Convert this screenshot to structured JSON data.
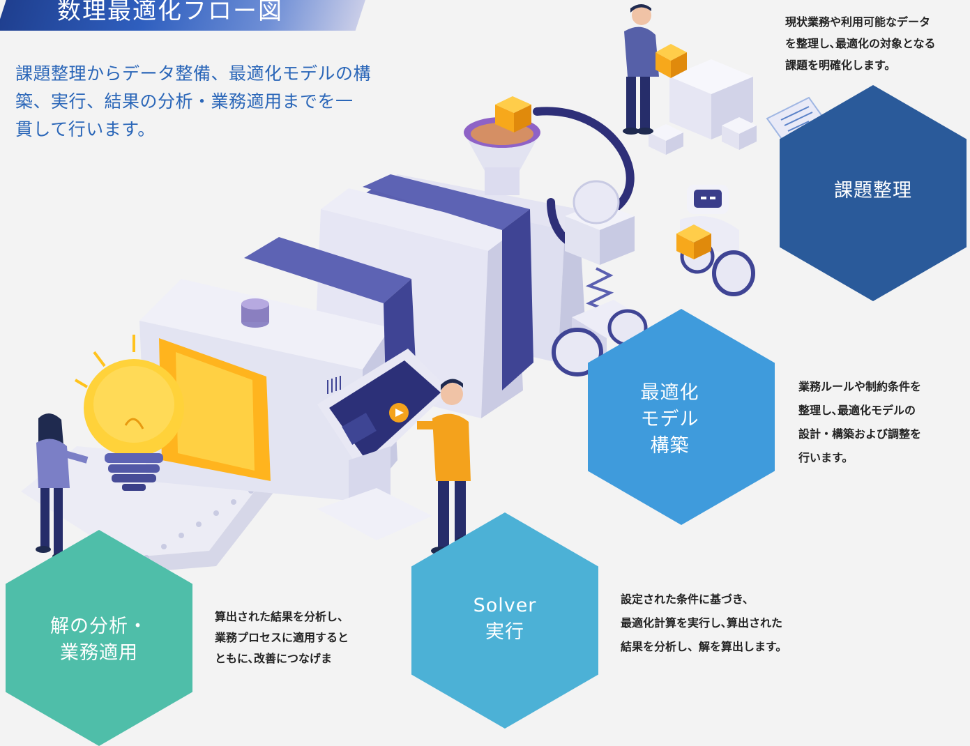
{
  "header": {
    "title": "数理最適化フロー図",
    "intro_lines": [
      "課題整理からデータ整備、最適化モデルの構",
      "築、実行、結果の分析・業務適用までを一",
      "貫して行います。"
    ]
  },
  "steps": [
    {
      "label_lines": [
        "課題整理"
      ],
      "color": "#2a5a9a",
      "description_lines": [
        "現状業務や利用可能なデータ",
        "を整理し､最適化の対象となる",
        "課題を明確化します。"
      ]
    },
    {
      "label_lines": [
        "最適化",
        "モデル",
        "構築"
      ],
      "color": "#3f9bdc",
      "description_lines": [
        "業務ルールや制約条件を",
        "整理し､最適化モデルの",
        "設計・構築および調整を",
        "行います。"
      ]
    },
    {
      "label_lines": [
        "Solver",
        "実行"
      ],
      "color": "#4cb1d6",
      "description_lines": [
        "設定された条件に基づき、",
        "最適化計算を実行し､算出された",
        "結果を分析し、解を算出します。"
      ]
    },
    {
      "label_lines": [
        "解の分析・",
        "業務適用"
      ],
      "color": "#4fbea9",
      "description_lines": [
        "算出された結果を分析し、",
        "業務プロセスに適用すると",
        "ともに､改善につなげま"
      ]
    }
  ],
  "palette": {
    "machine_body": "#e6e6f4",
    "machine_band": "#5d63b4",
    "bulb": "#ffc21c",
    "cube": "#f7a81b",
    "figure_shirt": "#5660a8",
    "figure_shirt_orange": "#f4a21c"
  }
}
